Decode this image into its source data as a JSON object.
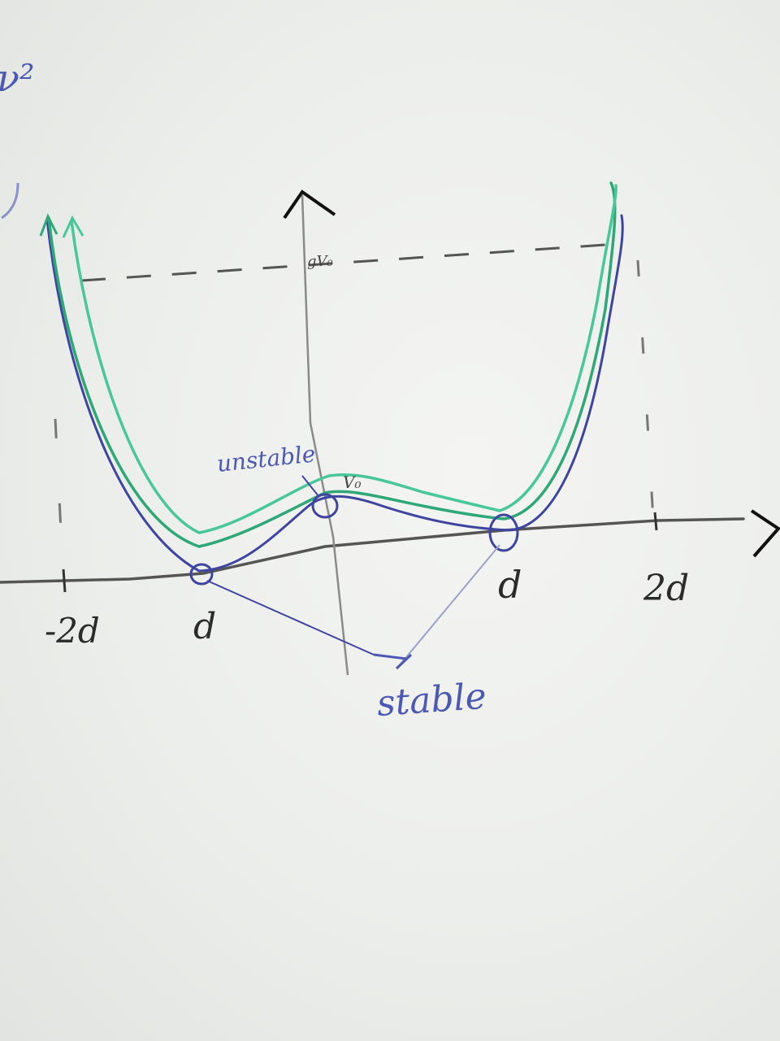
{
  "corner_text": "ν²",
  "labels": {
    "x_neg2d": "-2d",
    "x_negd": "d",
    "x_d": "d",
    "x_2d": "2d",
    "top_marker": "gV₀",
    "center_marker": "V₀",
    "unstable": "unstable",
    "stable": "stable"
  },
  "colors": {
    "axis": "#2b2b2b",
    "guide": "#777777",
    "curve_blue": "#3d45a0",
    "curve_teal": "#2fa878",
    "curve_green": "#48c79a",
    "annotation": "#4b59b5"
  }
}
